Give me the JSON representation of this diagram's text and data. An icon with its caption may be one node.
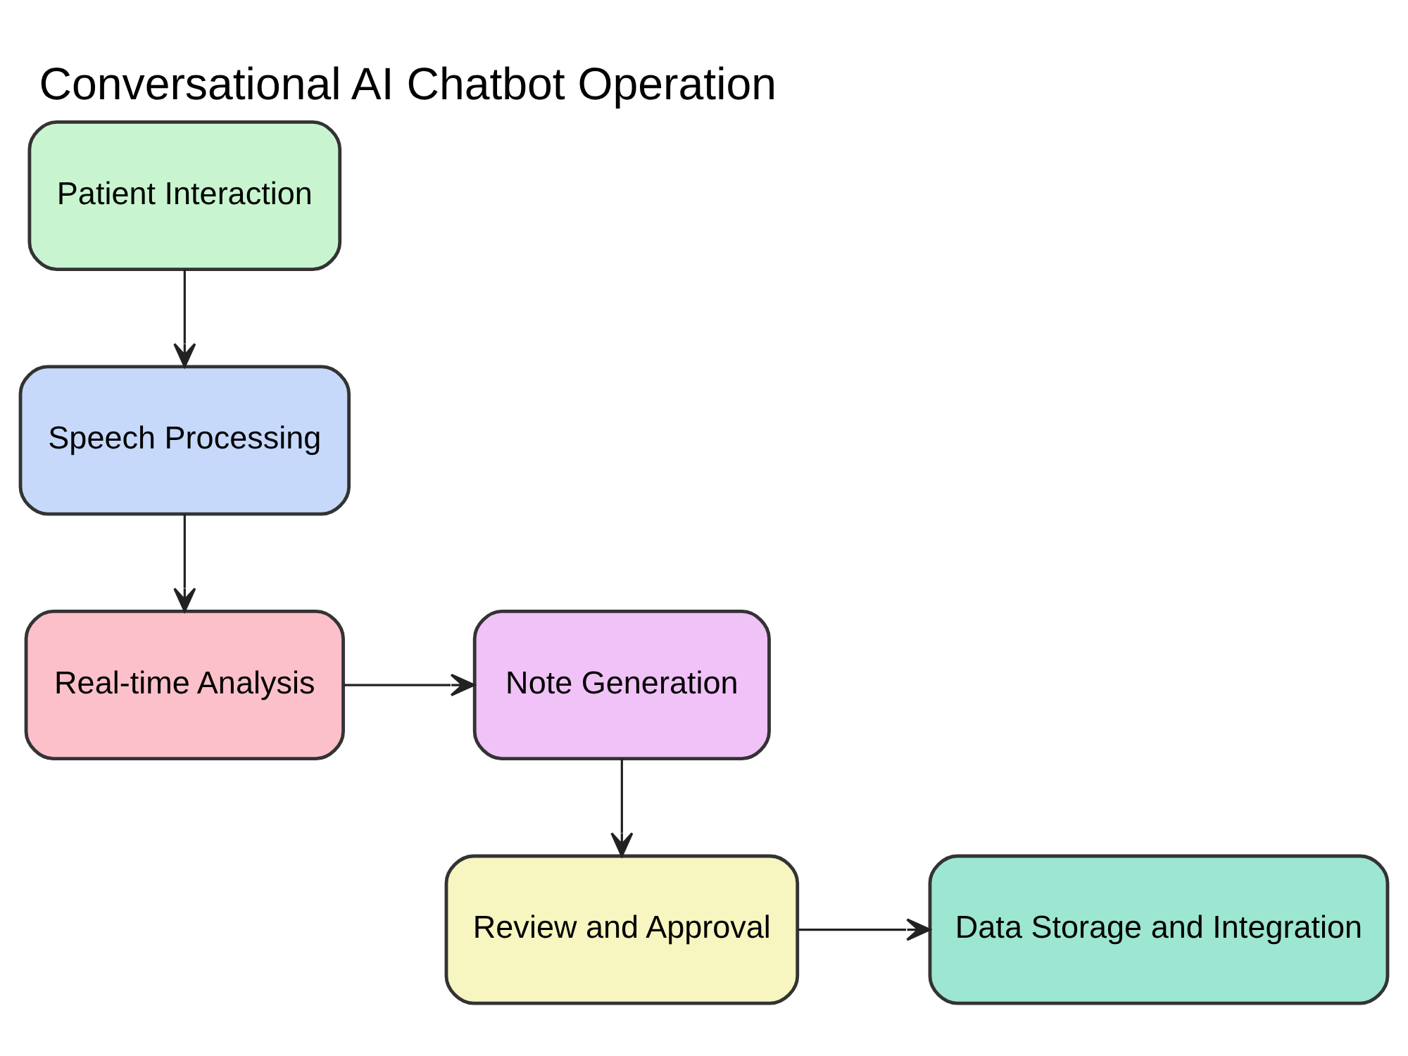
{
  "diagram": {
    "title": "Conversational AI Chatbot Operation",
    "nodes": [
      {
        "text": [
          "Patient Interaction"
        ]
      },
      {
        "text": [
          "Speech Processing"
        ]
      },
      {
        "text": [
          "Real-time Analysis"
        ]
      },
      {
        "text": [
          "Note Generation"
        ]
      },
      {
        "text": [
          "Review and Approval"
        ]
      },
      {
        "text": [
          "Data Storage and Integration"
        ]
      }
    ],
    "edges": [
      {
        "from": 0,
        "to": 1,
        "arrow": "to"
      },
      {
        "from": 1,
        "to": 2,
        "arrow": "to"
      },
      {
        "from": 2,
        "to": 3,
        "arrow": "to"
      },
      {
        "from": 3,
        "to": 4,
        "arrow": "to"
      },
      {
        "from": 4,
        "to": 5,
        "arrow": "to"
      }
    ]
  }
}
